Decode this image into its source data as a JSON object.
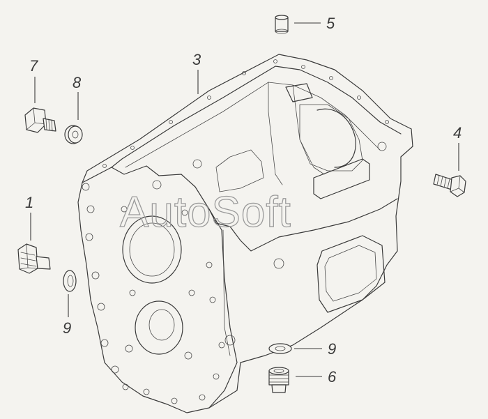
{
  "watermark": "AutoSoft",
  "callouts": [
    {
      "id": "c5",
      "text": "5"
    },
    {
      "id": "c7",
      "text": "7"
    },
    {
      "id": "c8",
      "text": "8"
    },
    {
      "id": "c3",
      "text": "3"
    },
    {
      "id": "c4",
      "text": "4"
    },
    {
      "id": "c1",
      "text": "1"
    },
    {
      "id": "c9a",
      "text": "9"
    },
    {
      "id": "c9b",
      "text": "9"
    },
    {
      "id": "c6",
      "text": "6"
    }
  ],
  "colors": {
    "line": "#3a3a3a",
    "background": "#f4f3ef",
    "watermark": "#9a9a9a"
  }
}
